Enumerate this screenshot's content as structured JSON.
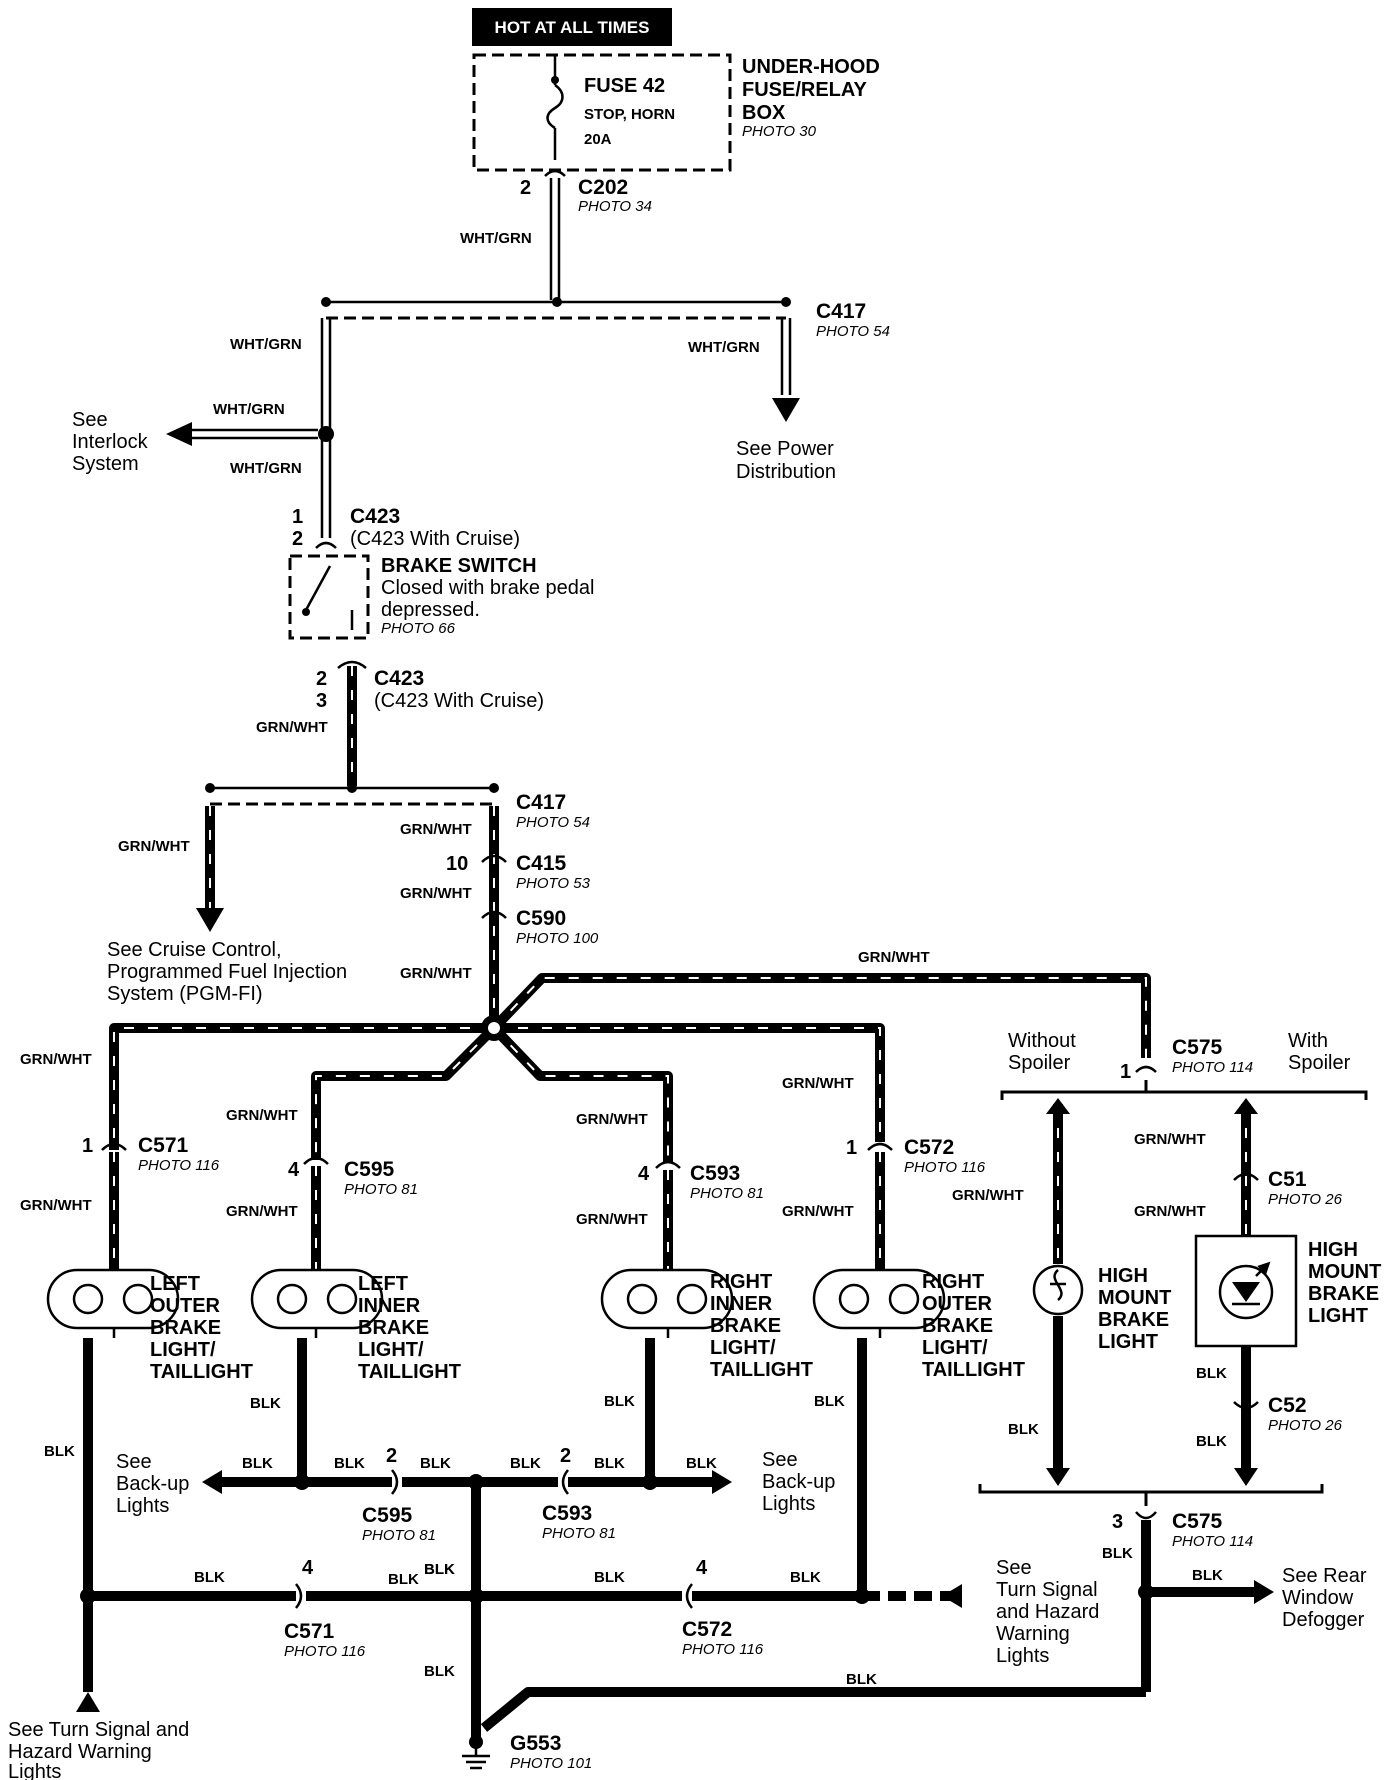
{
  "header": {
    "hot_at_all_times": "HOT AT ALL TIMES"
  },
  "fuse": {
    "name": "FUSE 42",
    "circuit": "STOP, HORN",
    "rating": "20A",
    "box_line1": "UNDER-HOOD",
    "box_line2": "FUSE/RELAY",
    "box_line3": "BOX",
    "photo": "PHOTO 30"
  },
  "wires": {
    "wht_grn": "WHT/GRN",
    "grn_wht": "GRN/WHT",
    "blk": "BLK"
  },
  "connectors": {
    "c202": {
      "name": "C202",
      "pin": "2",
      "photo": "PHOTO 34"
    },
    "c417_top": {
      "name": "C417",
      "photo": "PHOTO 54"
    },
    "c423_upper": {
      "name": "C423",
      "alt": "(C423 With Cruise)",
      "pin1": "1",
      "pin2": "2"
    },
    "c423_lower": {
      "name": "C423",
      "alt": "(C423 With Cruise)",
      "pin1": "2",
      "pin2": "3"
    },
    "c417_mid": {
      "name": "C417",
      "photo": "PHOTO 54"
    },
    "c415": {
      "name": "C415",
      "pin": "10",
      "photo": "PHOTO 53"
    },
    "c590": {
      "name": "C590",
      "photo": "PHOTO 100"
    },
    "c571": {
      "name": "C571",
      "pin": "1",
      "photo": "PHOTO 116"
    },
    "c595": {
      "name": "C595",
      "pin": "4",
      "photo": "PHOTO 81"
    },
    "c593": {
      "name": "C593",
      "pin": "4",
      "photo": "PHOTO 81"
    },
    "c572": {
      "name": "C572",
      "pin": "1",
      "photo": "PHOTO 116"
    },
    "c575_top": {
      "name": "C575",
      "pin": "1",
      "photo": "PHOTO 114"
    },
    "c51": {
      "name": "C51",
      "photo": "PHOTO 26"
    },
    "c52": {
      "name": "C52",
      "photo": "PHOTO 26"
    },
    "c595_b": {
      "name": "C595",
      "pin": "2",
      "photo": "PHOTO 81"
    },
    "c593_b": {
      "name": "C593",
      "pin": "2",
      "photo": "PHOTO 81"
    },
    "c575_bot": {
      "name": "C575",
      "pin": "3",
      "photo": "PHOTO 114"
    },
    "c571_b": {
      "name": "C571",
      "pin": "4",
      "photo": "PHOTO 116"
    },
    "c572_b": {
      "name": "C572",
      "pin": "4",
      "photo": "PHOTO 116"
    }
  },
  "brake_switch": {
    "title": "BRAKE SWITCH",
    "line1": "Closed with brake pedal",
    "line2": "depressed.",
    "photo": "PHOTO 66"
  },
  "refs": {
    "interlock": [
      "See",
      "Interlock",
      "System"
    ],
    "power": [
      "See Power",
      "Distribution"
    ],
    "cruise": [
      "See Cruise Control,",
      "Programmed Fuel Injection",
      "System (PGM-FI)"
    ],
    "backup_left": [
      "See",
      "Back-up",
      "Lights"
    ],
    "backup_right": [
      "See",
      "Back-up",
      "Lights"
    ],
    "turn_mid": [
      "See",
      "Turn Signal",
      "and Hazard",
      "Warning",
      "Lights"
    ],
    "rear_defogger": [
      "See Rear",
      "Window",
      "Defogger"
    ],
    "turn_bottom": [
      "See Turn Signal and",
      "Hazard Warning",
      "Lights"
    ]
  },
  "spoiler": {
    "without": [
      "Without",
      "Spoiler"
    ],
    "with": [
      "With",
      "Spoiler"
    ]
  },
  "lights": {
    "left_outer": [
      "LEFT",
      "OUTER",
      "BRAKE",
      "LIGHT/",
      "TAILLIGHT"
    ],
    "left_inner": [
      "LEFT",
      "INNER",
      "BRAKE",
      "LIGHT/",
      "TAILLIGHT"
    ],
    "right_inner": [
      "RIGHT",
      "INNER",
      "BRAKE",
      "LIGHT/",
      "TAILLIGHT"
    ],
    "right_outer": [
      "RIGHT",
      "OUTER",
      "BRAKE",
      "LIGHT/",
      "TAILLIGHT"
    ],
    "hmbl_without": [
      "HIGH",
      "MOUNT",
      "BRAKE",
      "LIGHT"
    ],
    "hmbl_with": [
      "HIGH",
      "MOUNT",
      "BRAKE",
      "LIGHT"
    ]
  },
  "ground": {
    "name": "G553",
    "photo": "PHOTO 101"
  }
}
